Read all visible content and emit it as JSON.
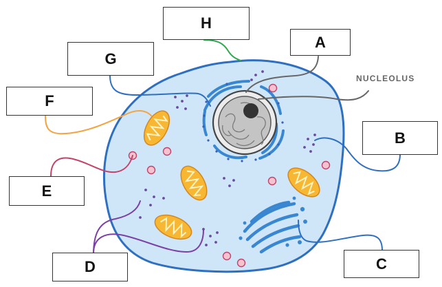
{
  "labels": {
    "H": "H",
    "A": "A",
    "G": "G",
    "F": "F",
    "B": "B",
    "E": "E",
    "D": "D",
    "C": "C"
  },
  "nucleolus_text": "NUCLEOLUS",
  "colors": {
    "cytoplasm": "#cfe6f9",
    "membrane": "#2e6fc0",
    "nucleus_fill": "#c4c4c4",
    "nucleolus": "#333333",
    "mitochondria": "#f7b733",
    "lysosome": "#f4c3cf",
    "ribosome": "#6a4aa0",
    "golgi_er": "#3a87d1",
    "leader_blue": "#2e6fc0",
    "leader_gray": "#666666",
    "leader_green": "#2fa84f",
    "leader_orange": "#f4a341",
    "leader_pink": "#c2426a",
    "leader_purple": "#7b3fa6"
  }
}
